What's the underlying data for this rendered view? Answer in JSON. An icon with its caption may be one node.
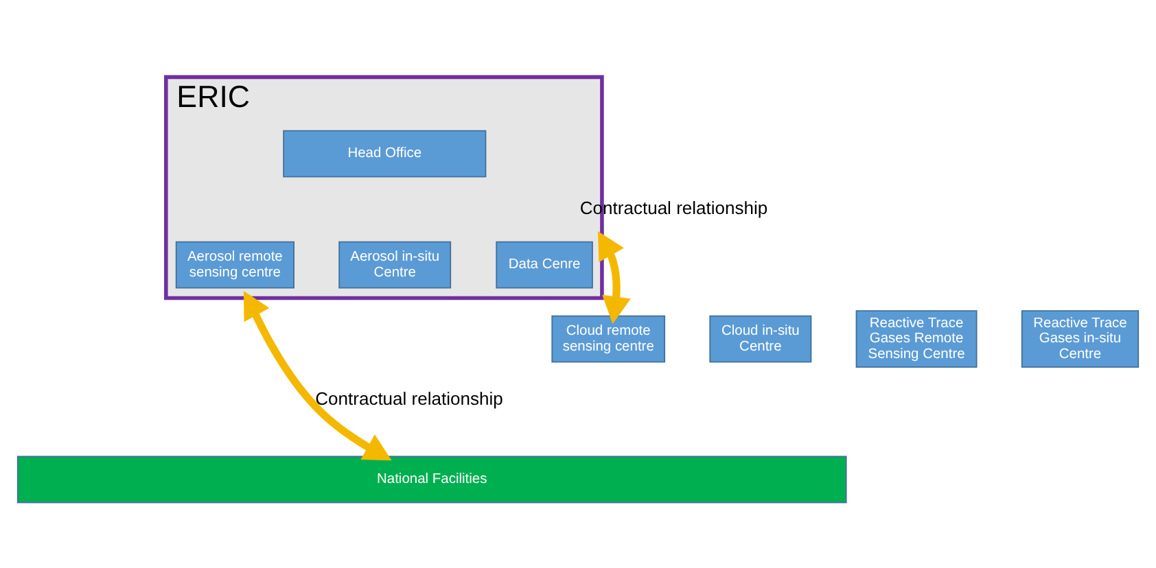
{
  "diagram": {
    "nodes": [
      {
        "text": [
          "ERIC"
        ]
      },
      {
        "text": [
          "Head Office"
        ],
        "in": 0
      },
      {
        "text": [
          "Aerosol remote sensing centre"
        ],
        "in": 0
      },
      {
        "text": [
          "Aerosol in-situ Centre"
        ],
        "in": 0
      },
      {
        "text": [
          "Data Cenre"
        ],
        "in": 0
      },
      {
        "text": [
          "Cloud remote sensing centre"
        ]
      },
      {
        "text": [
          "Cloud in-situ Centre"
        ]
      },
      {
        "text": [
          "Reactive Trace Gases Remote Sensing Centre"
        ]
      },
      {
        "text": [
          "Reactive Trace Gases in-situ Centre"
        ]
      },
      {
        "text": [
          "National Facilities"
        ]
      }
    ],
    "edges": [
      {
        "from": 0,
        "to": 5,
        "arrow": "both",
        "label": "Contractual relationship"
      },
      {
        "from": 0,
        "to": 9,
        "arrow": "both",
        "label": "Contractual relationship"
      }
    ]
  }
}
